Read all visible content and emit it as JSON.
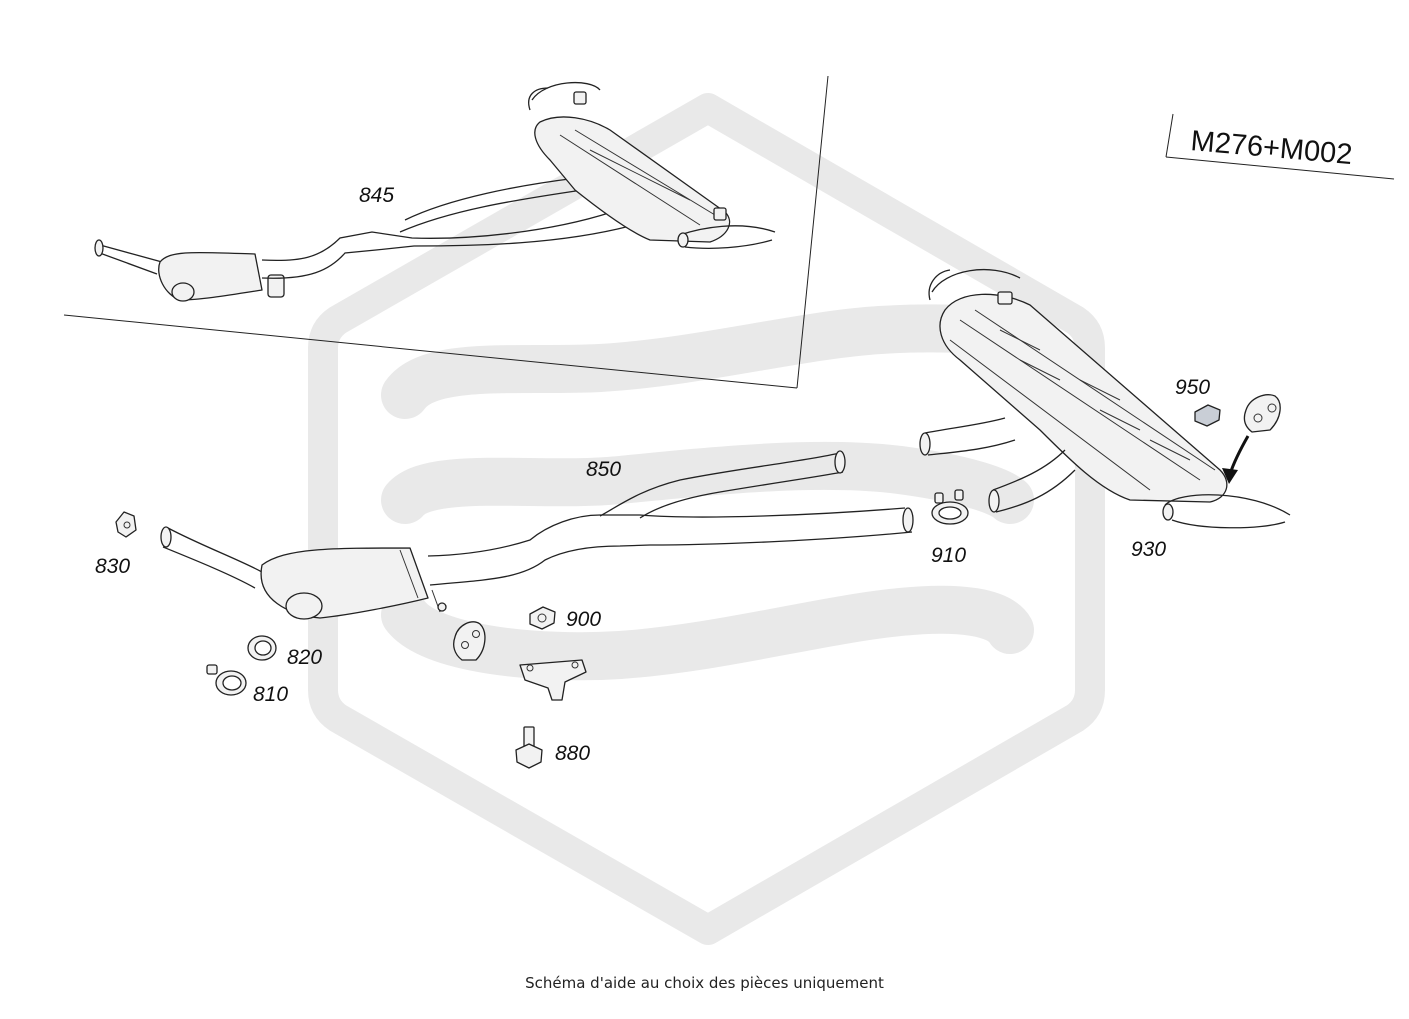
{
  "engine_code": "M276+M002",
  "footer_note": "Schéma d'aide au choix des pièces uniquement",
  "callouts": [
    "845",
    "950",
    "850",
    "910",
    "930",
    "830",
    "820",
    "900",
    "810",
    "880"
  ],
  "watermark_color": "#e9e9e9"
}
